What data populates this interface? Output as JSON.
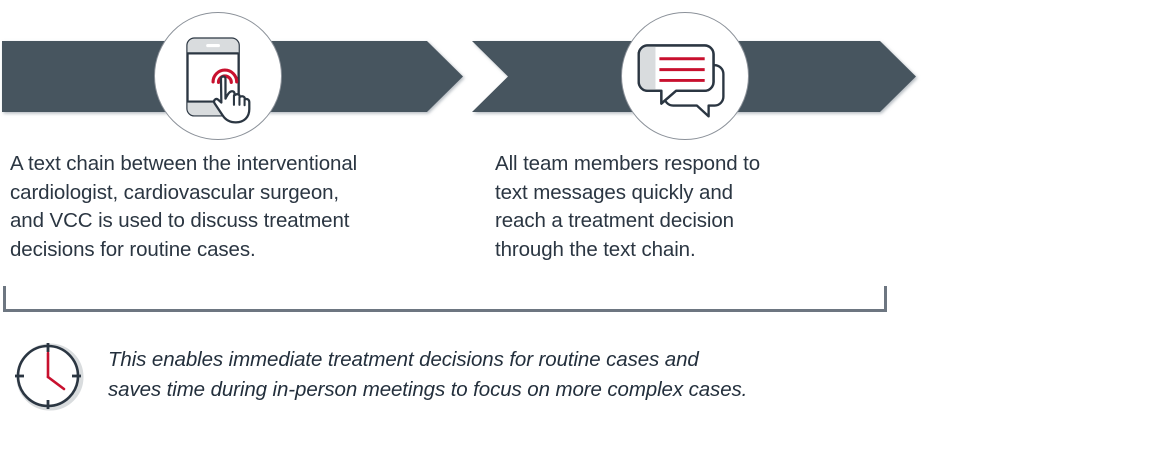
{
  "colors": {
    "slate": "#47545F",
    "slate_text": "#2b3642",
    "red_accent": "#C8102E",
    "circle_stroke": "#8b9199",
    "bracket": "#6d7681",
    "background": "#ffffff"
  },
  "process": {
    "steps": [
      {
        "index": 1,
        "icon": "phone-tap-icon",
        "text_lines": [
          "A text chain between the interventional",
          "cardiologist, cardiovascular surgeon,",
          "and VCC is used to discuss treatment",
          "decisions for routine cases."
        ]
      },
      {
        "index": 2,
        "icon": "chat-bubbles-icon",
        "text_lines": [
          "All team members respond to",
          "text messages quickly and",
          "reach a treatment decision",
          "through the text chain."
        ]
      }
    ]
  },
  "outcome": {
    "icon": "clock-icon",
    "lines": [
      "This enables immediate treatment decisions for routine cases and",
      "saves time during in-person meetings to focus on more complex cases."
    ]
  }
}
